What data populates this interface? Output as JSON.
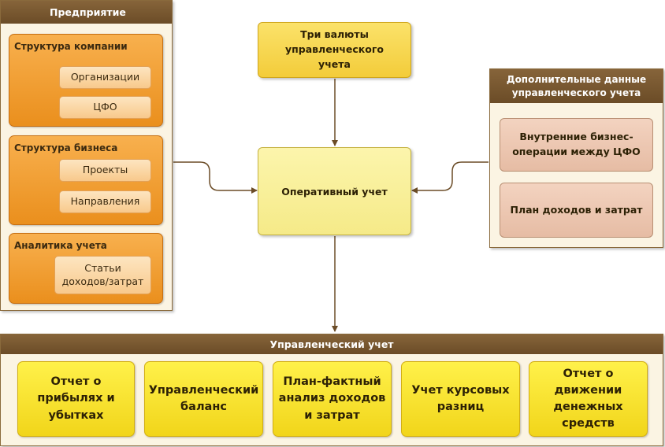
{
  "enterprise": {
    "title": "Предприятие",
    "groups": [
      {
        "title": "Структура компании",
        "items": [
          "Организации",
          "ЦФО"
        ]
      },
      {
        "title": "Структура бизнеса",
        "items": [
          "Проекты",
          "Направления"
        ]
      },
      {
        "title": "Аналитика учета",
        "items": [
          "Статьи доходов/затрат"
        ]
      }
    ]
  },
  "currencies": {
    "label": "Три валюты управленческого учета"
  },
  "operational": {
    "label": "Оперативный учет"
  },
  "additional": {
    "title": "Дополнительные данные управленческого учета",
    "items": [
      "Внутренние бизнес-операции между ЦФО",
      "План доходов и затрат"
    ]
  },
  "management": {
    "title": "Управленческий учет",
    "reports": [
      "Отчет о прибылях и убытках",
      "Управленческий баланс",
      "План-фактный анализ доходов и затрат",
      "Учет курсовых разниц",
      "Отчет о движении денежных средств"
    ]
  },
  "colors": {
    "header": "#6b4c27",
    "orange": "#ea8f1d",
    "chip": "#fde5c0",
    "yellow": "#f3cc3a",
    "light_yellow": "#f5ea88",
    "pink": "#e6bca4",
    "report_yellow": "#f1d51a",
    "arrow": "#6b4c27"
  }
}
